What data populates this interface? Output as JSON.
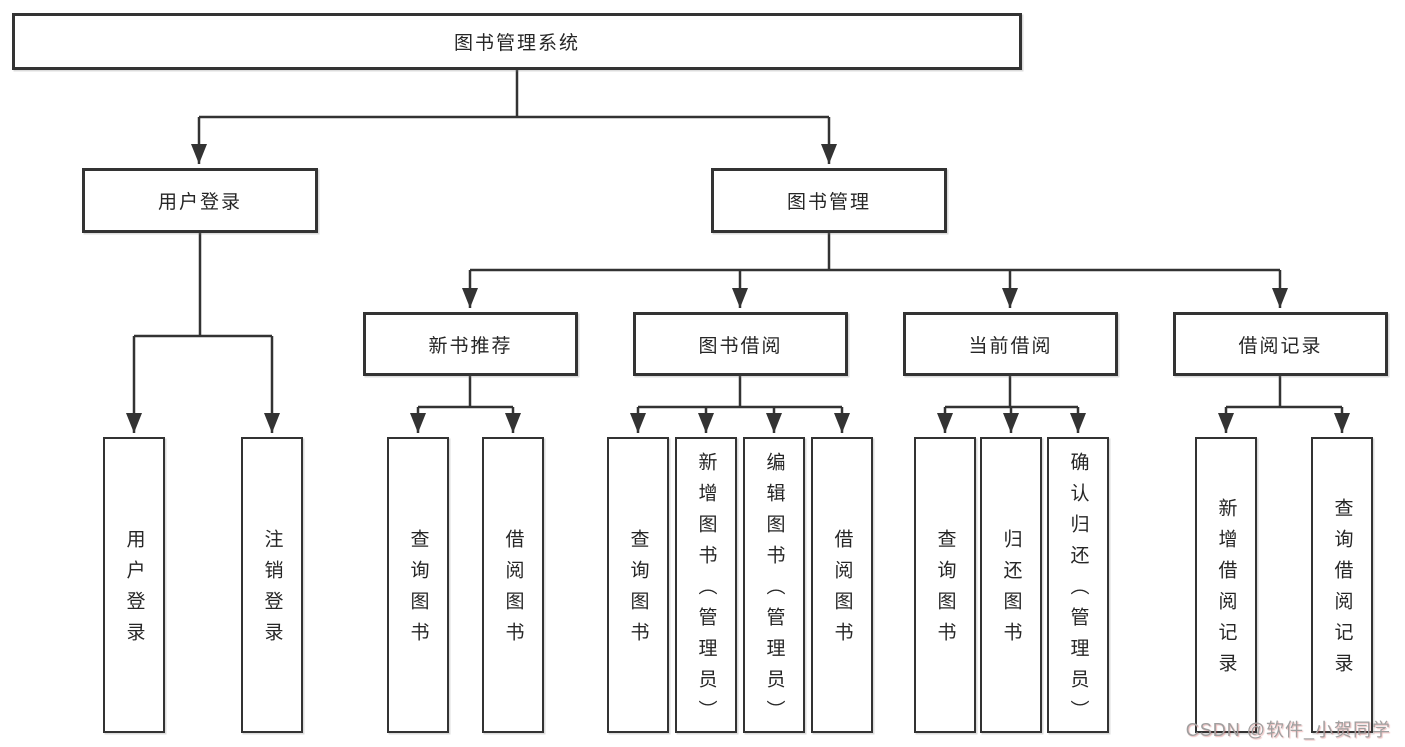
{
  "diagram": {
    "title": "图书管理系统",
    "level2": {
      "user_login": "用户登录",
      "book_management": "图书管理"
    },
    "level3": {
      "new_book_recommend": "新书推荐",
      "book_borrowing": "图书借阅",
      "current_borrowing": "当前借阅",
      "borrowing_records": "借阅记录"
    },
    "leaves": {
      "user_login": [
        "用户登录",
        "注销登录"
      ],
      "new_book_recommend": [
        "查询图书",
        "借阅图书"
      ],
      "book_borrowing": [
        "查询图书",
        "新增图书（管理员）",
        "编辑图书（管理员）",
        "借阅图书"
      ],
      "current_borrowing": [
        "查询图书",
        "归还图书",
        "确认归还（管理员）"
      ],
      "borrowing_records": [
        "新增借阅记录",
        "查询借阅记录"
      ]
    },
    "watermark": "CSDN @软件_小贺同学",
    "colors": {
      "line": "#333333",
      "box_border": "#333333",
      "box_fill": "#ffffff",
      "text": "#262626",
      "watermark": "#9f9f9f"
    }
  }
}
